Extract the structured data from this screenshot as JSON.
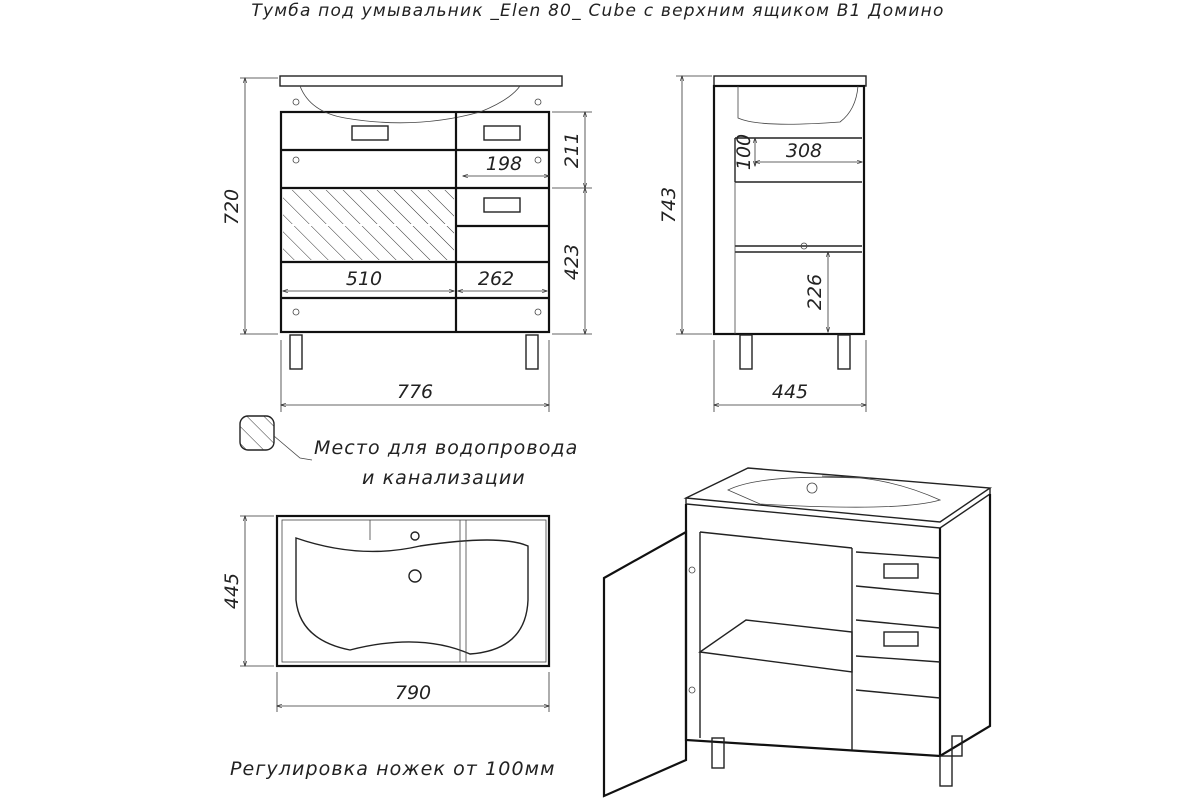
{
  "title": "Тумба под умывальник _Elen 80_ Cube с верхним ящиком В1 Домино",
  "front_view": {
    "width": "776",
    "height": "720",
    "drawer_height": "211",
    "lower_height": "423",
    "inner_width_left": "510",
    "inner_width_right": "262",
    "drawer_width": "198"
  },
  "side_view": {
    "depth": "445",
    "height": "743",
    "inner_depth": "308",
    "drawer_offset": "100",
    "shelf_height": "226"
  },
  "top_view": {
    "width": "790",
    "depth": "445"
  },
  "legend": {
    "line1": "Место для водопровода",
    "line2": "и канализации"
  },
  "note": "Регулировка ножек от 100мм"
}
